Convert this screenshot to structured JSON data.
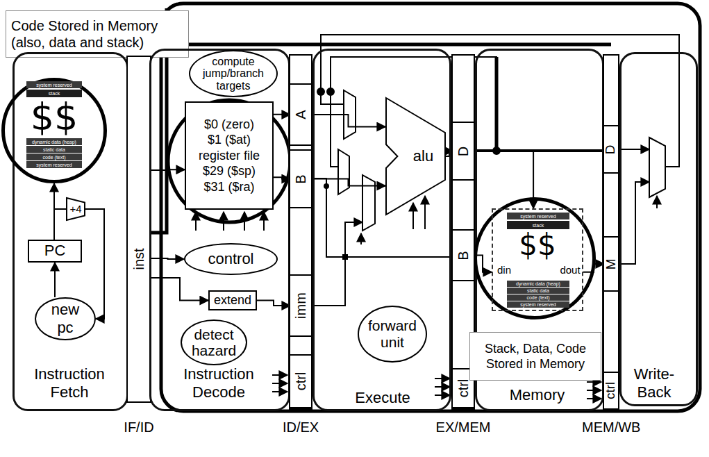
{
  "diagram": {
    "nodes": [
      {
        "text": [
          "Code Stored in Memory (also, data and stack)"
        ]
      },
      {
        "text": [
          "Instruction Fetch"
        ]
      },
      {
        "text": [
          "$$"
        ],
        "in": 1
      },
      {
        "text": [
          "system reserved"
        ],
        "in": 2
      },
      {
        "text": [
          "stack"
        ],
        "in": 2
      },
      {
        "text": [
          "dynamic data (heap)"
        ],
        "in": 2
      },
      {
        "text": [
          "static data"
        ],
        "in": 2
      },
      {
        "text": [
          "code (text)"
        ],
        "in": 2
      },
      {
        "text": [
          "system reserved"
        ],
        "in": 2
      },
      {
        "text": [
          "PC"
        ],
        "in": 1
      },
      {
        "text": [
          "+4"
        ],
        "in": 1
      },
      {
        "text": [
          "new pc"
        ],
        "in": 1
      },
      {
        "text": [
          "inst",
          "IF/ID"
        ]
      },
      {
        "text": [
          "Instruction Decode"
        ]
      },
      {
        "text": [
          "compute jump/branch targets"
        ],
        "in": 13
      },
      {
        "text": [
          "$0 (zero)",
          "$1 ($at)",
          "register file",
          "$29 ($sp)",
          "$31 ($ra)"
        ],
        "in": 13
      },
      {
        "text": [
          "control"
        ],
        "in": 13
      },
      {
        "text": [
          "extend"
        ],
        "in": 13
      },
      {
        "text": [
          "detect hazard"
        ],
        "in": 13
      },
      {
        "text": [
          "ID/EX"
        ]
      },
      {
        "text": [
          "A"
        ],
        "in": 19
      },
      {
        "text": [
          "B"
        ],
        "in": 19
      },
      {
        "text": [
          "imm"
        ],
        "in": 19
      },
      {
        "text": [
          "ctrl"
        ],
        "in": 19
      },
      {
        "text": [
          "Execute"
        ]
      },
      {
        "text": [
          "alu"
        ],
        "in": 24
      },
      {
        "text": [
          "forward unit"
        ],
        "in": 24
      },
      {
        "text": [
          "EX/MEM"
        ]
      },
      {
        "text": [
          "D"
        ],
        "in": 27
      },
      {
        "text": [
          "B"
        ],
        "in": 27
      },
      {
        "text": [
          "ctrl"
        ],
        "in": 27
      },
      {
        "text": [
          "Memory"
        ]
      },
      {
        "text": [
          "$$"
        ],
        "in": 31
      },
      {
        "text": [
          "din",
          "dout"
        ],
        "in": 32
      },
      {
        "text": [
          "system reserved"
        ],
        "in": 33
      },
      {
        "text": [
          "stack"
        ],
        "in": 33
      },
      {
        "text": [
          "dynamic data (heap)"
        ],
        "in": 33
      },
      {
        "text": [
          "static data"
        ],
        "in": 33
      },
      {
        "text": [
          "code (text)"
        ],
        "in": 33
      },
      {
        "text": [
          "system reserved"
        ],
        "in": 33
      },
      {
        "text": [
          "Stack, Data, Code Stored in Memory"
        ],
        "in": 31
      },
      {
        "text": [
          "MEM/WB"
        ]
      },
      {
        "text": [
          "D"
        ],
        "in": 41
      },
      {
        "text": [
          "M"
        ],
        "in": 41
      },
      {
        "text": [
          "ctrl"
        ],
        "in": 41
      },
      {
        "text": [
          "Write-Back"
        ]
      }
    ],
    "edges": [
      {
        "from": 11,
        "to": 9,
        "arrow": "to"
      },
      {
        "from": 9,
        "to": 10,
        "arrow": "none"
      },
      {
        "from": 9,
        "to": 2,
        "arrow": "to"
      },
      {
        "from": 10,
        "to": 11,
        "arrow": "to"
      },
      {
        "from": 12,
        "to": 16,
        "arrow": "to"
      },
      {
        "from": 12,
        "to": 17,
        "arrow": "to"
      },
      {
        "from": 12,
        "to": 15,
        "arrow": "to"
      },
      {
        "from": 15,
        "to": 20,
        "arrow": "to"
      },
      {
        "from": 15,
        "to": 21,
        "arrow": "to"
      },
      {
        "from": 17,
        "to": 22,
        "arrow": "to"
      },
      {
        "from": 20,
        "to": 25,
        "arrow": "to"
      },
      {
        "from": 21,
        "to": 25,
        "arrow": "to"
      },
      {
        "from": 25,
        "to": 28,
        "arrow": "to"
      },
      {
        "from": 28,
        "to": 33,
        "arrow": "to"
      },
      {
        "from": 29,
        "to": 33,
        "arrow": "to"
      },
      {
        "from": 33,
        "to": 43,
        "arrow": "to"
      }
    ]
  }
}
